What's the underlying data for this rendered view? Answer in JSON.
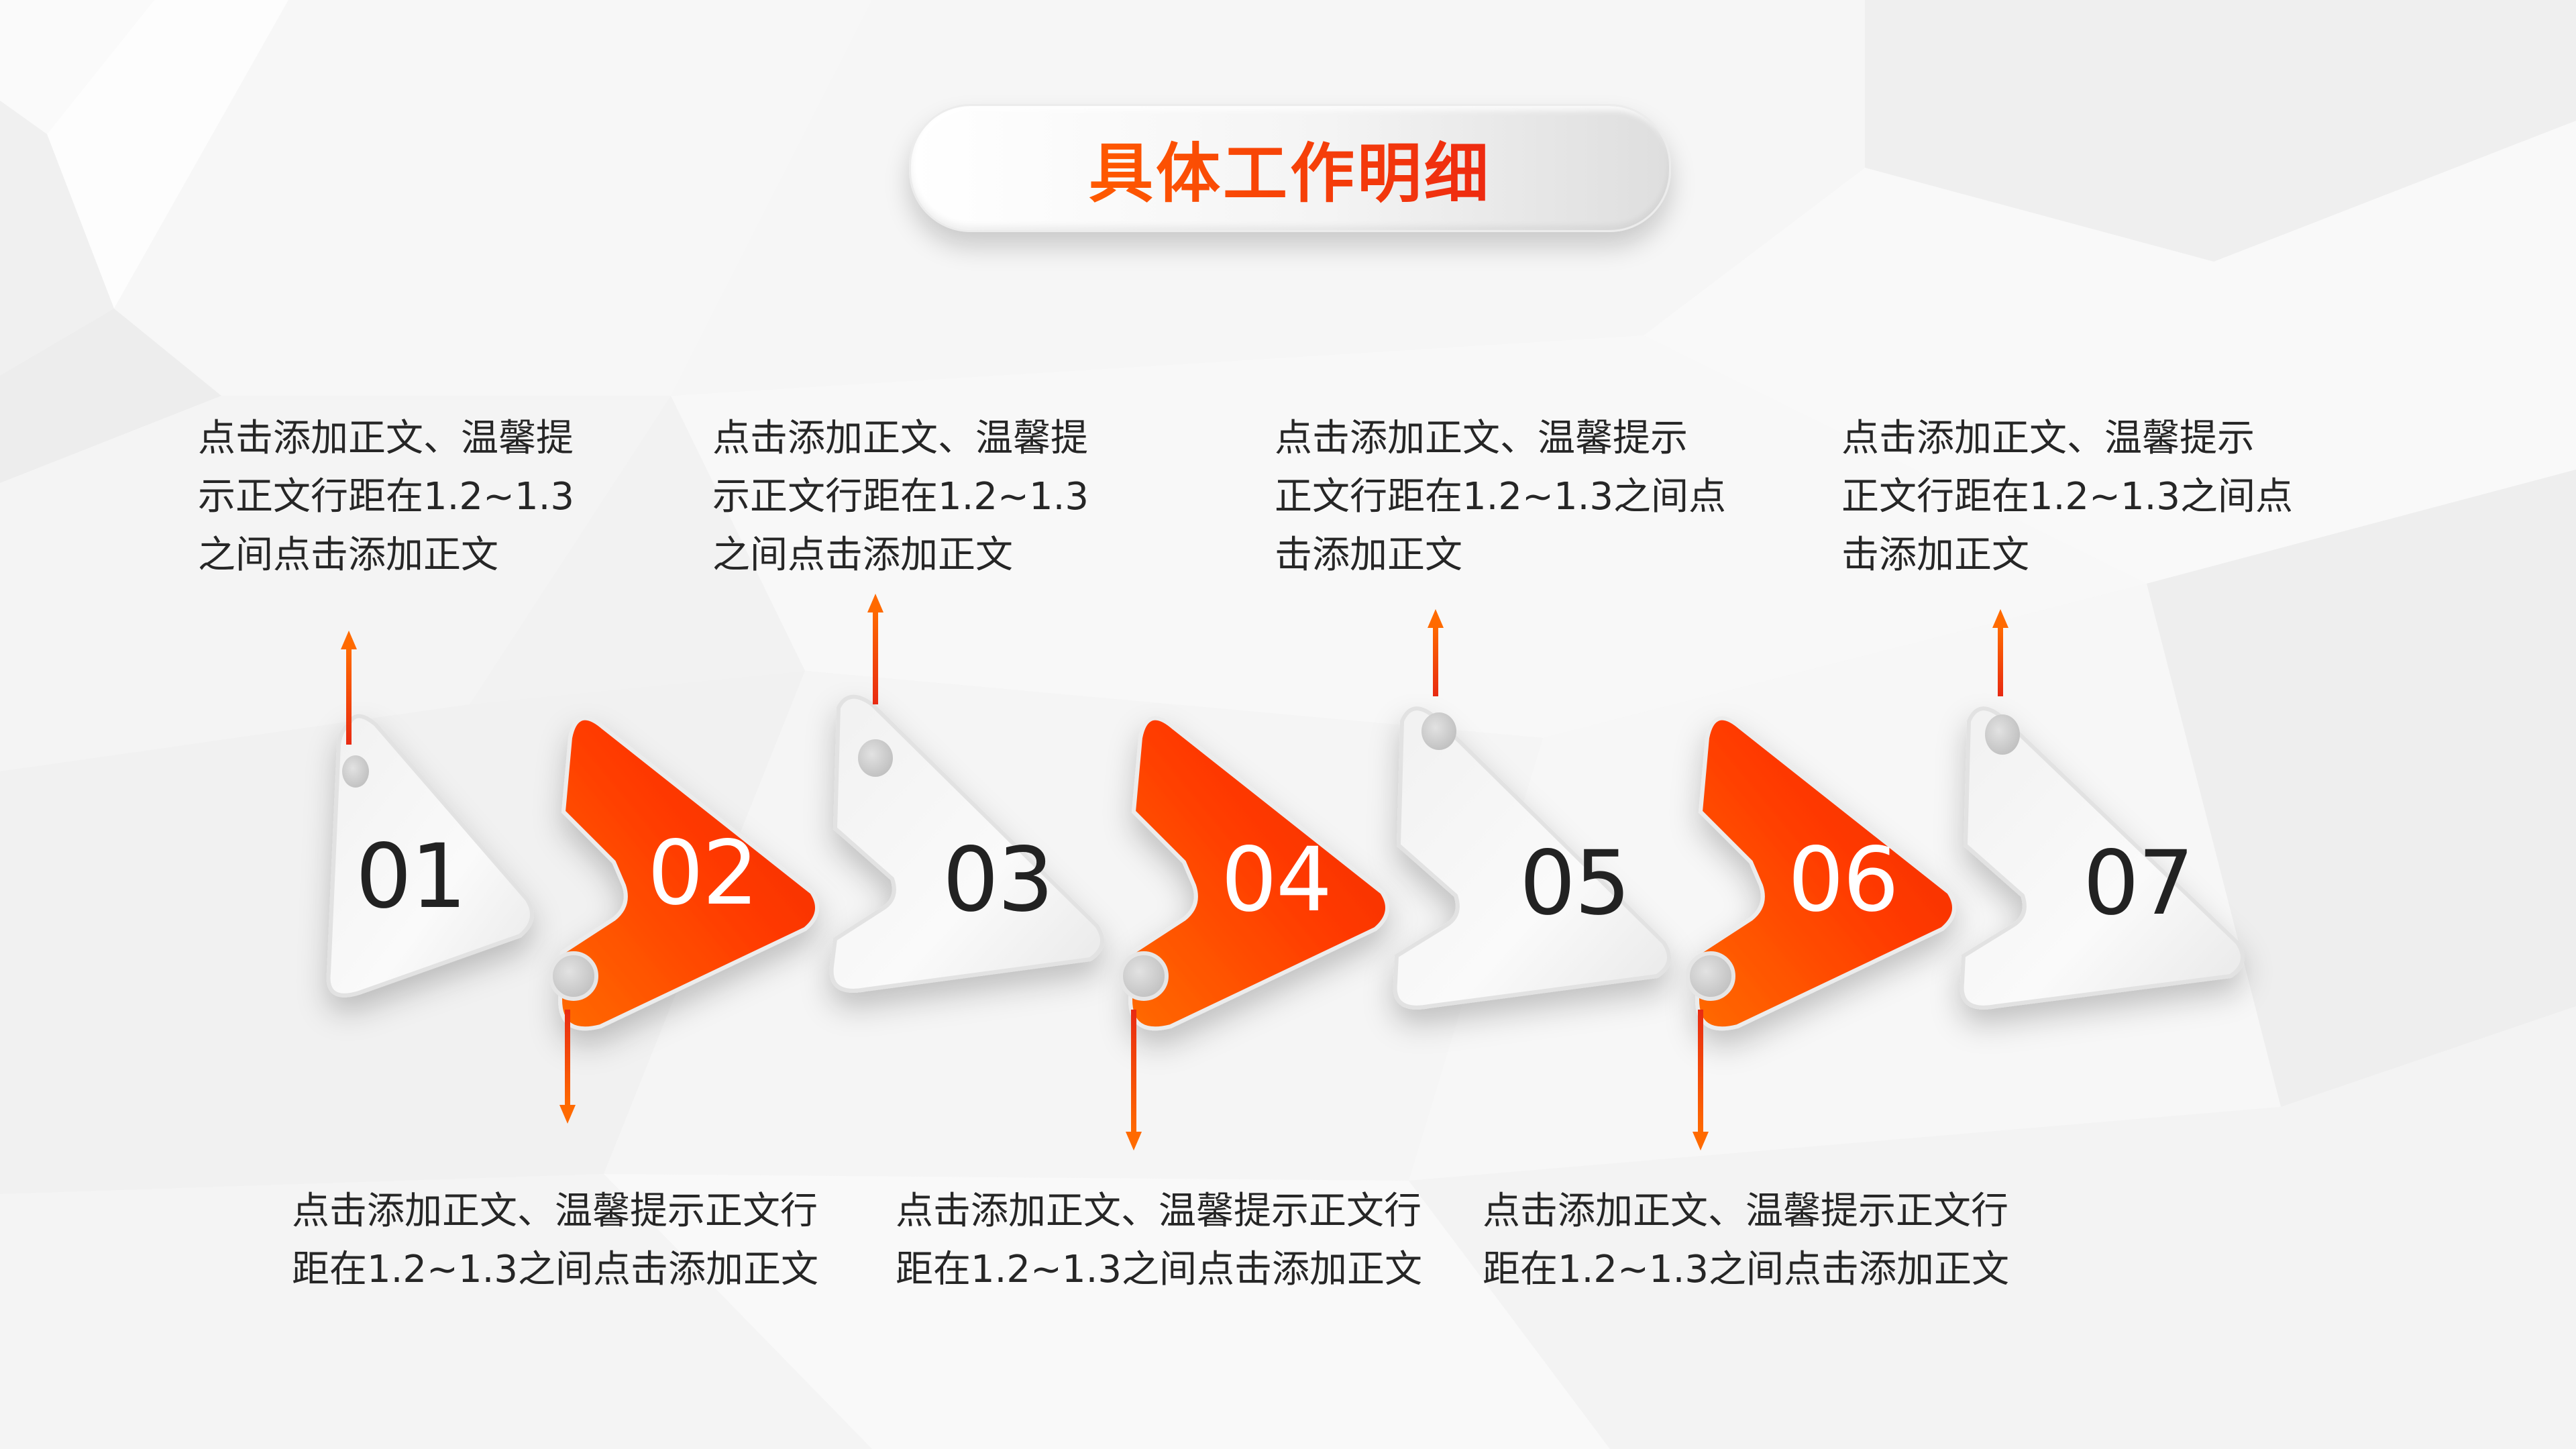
{
  "slide": {
    "title": "具体工作明细",
    "accent_colors": {
      "orange": "#ff6a00",
      "red": "#f2301a",
      "tag_white": "#f5f5f5",
      "text": "#262626"
    }
  },
  "steps": [
    {
      "number": "01",
      "style": "white",
      "arrow": "up"
    },
    {
      "number": "02",
      "style": "orange",
      "arrow": "down"
    },
    {
      "number": "03",
      "style": "white",
      "arrow": "up"
    },
    {
      "number": "04",
      "style": "orange",
      "arrow": "down"
    },
    {
      "number": "05",
      "style": "white",
      "arrow": "up"
    },
    {
      "number": "06",
      "style": "orange",
      "arrow": "down"
    },
    {
      "number": "07",
      "style": "white",
      "arrow": "up"
    }
  ],
  "top_descriptions": [
    {
      "step": "01",
      "lines": [
        "点击添加正文、温馨提",
        "示正文行距在1.2~1.3",
        "之间点击添加正文"
      ]
    },
    {
      "step": "03",
      "lines": [
        "点击添加正文、温馨提",
        "示正文行距在1.2~1.3",
        "之间点击添加正文"
      ]
    },
    {
      "step": "05",
      "lines": [
        "点击添加正文、温馨提示",
        "正文行距在1.2~1.3之间点",
        "击添加正文"
      ]
    },
    {
      "step": "07",
      "lines": [
        "点击添加正文、温馨提示",
        "正文行距在1.2~1.3之间点",
        "击添加正文"
      ]
    }
  ],
  "bottom_descriptions": [
    {
      "step": "02",
      "lines": [
        "点击添加正文、温馨提示正文行",
        "距在1.2~1.3之间点击添加正文"
      ]
    },
    {
      "step": "04",
      "lines": [
        "点击添加正文、温馨提示正文行",
        "距在1.2~1.3之间点击添加正文"
      ]
    },
    {
      "step": "06",
      "lines": [
        "点击添加正文、温馨提示正文行",
        "距在1.2~1.3之间点击添加正文"
      ]
    }
  ]
}
